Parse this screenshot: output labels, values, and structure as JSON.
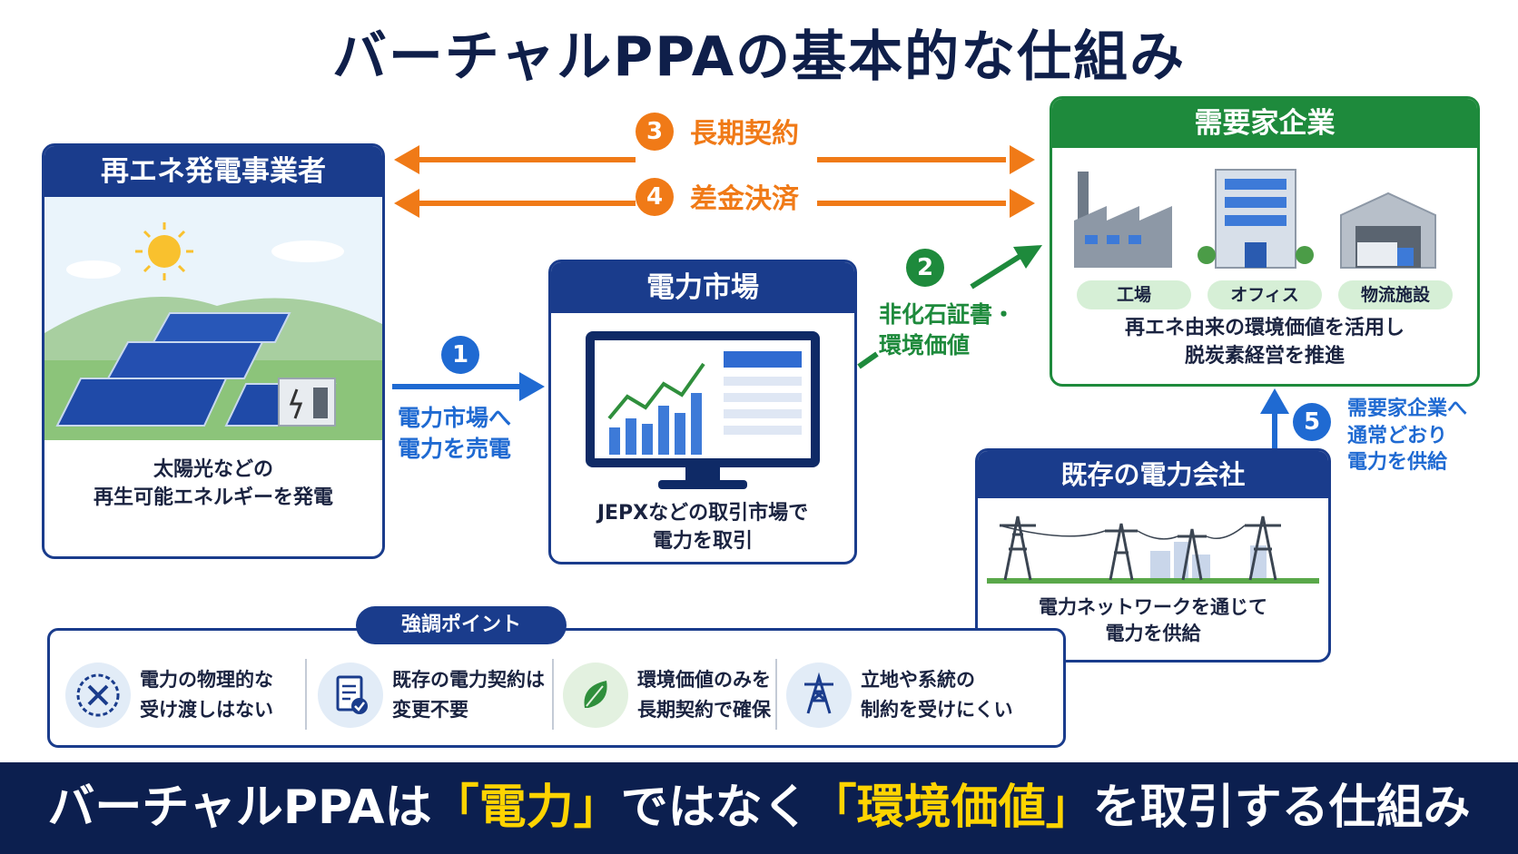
{
  "title": "バーチャルPPAの基本的な仕組み",
  "generator": {
    "heading": "再エネ発電事業者",
    "text_line1": "太陽光などの",
    "text_line2": "再生可能エネルギーを発電"
  },
  "market": {
    "heading": "電力市場",
    "text_line1": "JEPXなどの取引市場で",
    "text_line2": "電力を取引"
  },
  "demand": {
    "heading": "需要家企業",
    "chips": [
      "工場",
      "オフィス",
      "物流施設"
    ],
    "text_line1": "再エネ由来の環境価値を活用し",
    "text_line2": "脱炭素経営を推進"
  },
  "utility": {
    "heading": "既存の電力会社",
    "text_line1": "電力ネットワークを通じて",
    "text_line2": "電力を供給"
  },
  "flows": {
    "f1": {
      "num": "1",
      "line1": "電力市場へ",
      "line2": "電力を売電"
    },
    "f2": {
      "num": "2",
      "line1": "非化石証書・",
      "line2": "環境価値"
    },
    "f3": {
      "num": "3",
      "label": "長期契約"
    },
    "f4": {
      "num": "4",
      "label": "差金決済"
    },
    "f5": {
      "num": "5",
      "line1": "需要家企業へ",
      "line2": "通常どおり",
      "line3": "電力を供給"
    }
  },
  "points": {
    "tag": "強調ポイント",
    "items": [
      {
        "icon": "no-physical-transfer-icon",
        "line1": "電力の物理的な",
        "line2": "受け渡しはない"
      },
      {
        "icon": "document-check-icon",
        "line1": "既存の電力契約は",
        "line2": "変更不要"
      },
      {
        "icon": "leaf-icon",
        "line1": "環境価値のみを",
        "line2": "長期契約で確保"
      },
      {
        "icon": "power-tower-icon",
        "line1": "立地や系統の",
        "line2": "制約を受けにくい"
      }
    ]
  },
  "banner": {
    "part1": "バーチャルPPAは",
    "hl1": "「電力」",
    "part2": "ではなく",
    "hl2": "「環境価値」",
    "part3": "を取引する仕組み"
  },
  "colors": {
    "navy": "#1a3c8c",
    "green": "#1e8a3c",
    "orange": "#f07a17",
    "blue": "#1f6ad2",
    "banner": "#0c1f4f",
    "highlight": "#ffd400"
  }
}
